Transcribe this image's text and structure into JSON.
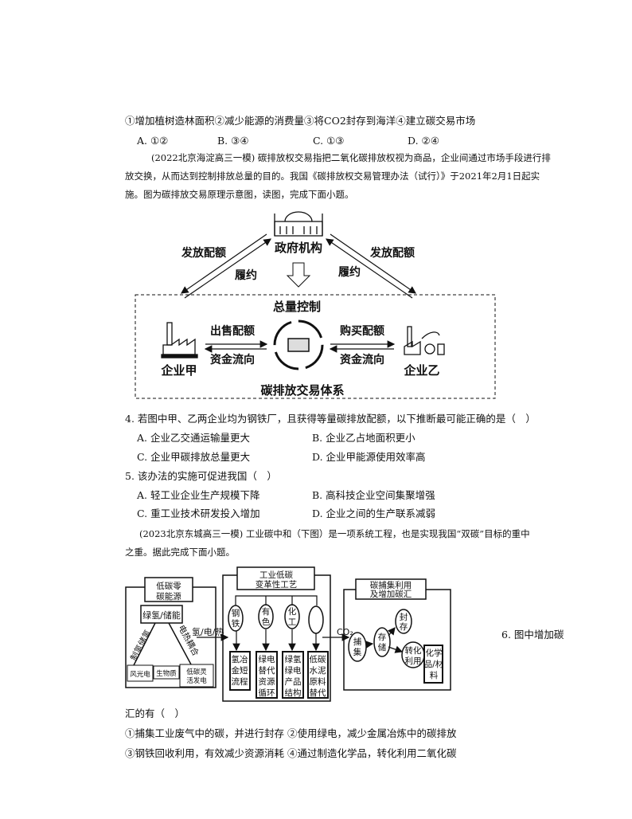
{
  "q3": {
    "stem": "①增加植树造林面积②减少能源的消费量③将CO2封存到海洋④建立碳交易市场",
    "options": [
      "A. ①②",
      "B. ③④",
      "C. ①③",
      "D. ②④"
    ]
  },
  "passage1": {
    "lines": [
      "(2022北京海淀高三一模) 碳排放权交易指把二氧化碳排放权视为商品，企业间通过市场手段进行排",
      "放交换，从而达到控制排放总量的目的。我国《碳排放权交易管理办法（试行）》于2021年2月1日起实",
      "施。图为碳排放交易原理示意图，读图，完成下面小题。"
    ]
  },
  "diagram1": {
    "government": "政府机构",
    "issue_left": "发放配额",
    "issue_right": "发放配额",
    "comply_left": "履约",
    "comply_right": "履约",
    "total_control": "总量控制",
    "sell": "出售配额",
    "buy": "购买配额",
    "money_left": "资金流向",
    "money_right": "资金流向",
    "company_a": "企业甲",
    "company_b": "企业乙",
    "system": "碳排放交易体系"
  },
  "q4": {
    "stem": "4. 若图中甲、乙两企业均为钢铁厂，且获得等量碳排放配额，以下推断最可能正确的是（　）",
    "options": [
      "A. 企业乙交通运输量更大",
      "B. 企业乙占地面积更小",
      "C. 企业甲碳排放总量更大",
      "D. 企业甲能源使用效率高"
    ]
  },
  "q5": {
    "stem": "5. 该办法的实施可促进我国（　）",
    "options": [
      "A. 轻工业企业生产规模下降",
      "B. 高科技企业空间集聚增强",
      "C. 重工业技术研发投入增加",
      "D. 企业之间的生产联系减弱"
    ]
  },
  "passage2": {
    "lines": [
      "(2023北京东城高三一模) 工业碳中和（下图）是一项系统工程，也是实现我国“双碳”目标的重中",
      "之重。据此完成下面小题。"
    ]
  },
  "diagram2": {
    "energy_title": [
      "低碳零",
      "碳能源"
    ],
    "green_h2": "绿氢/储能",
    "h2_storage": "制氢储氢",
    "electro_thermal": "电热耦合",
    "flow": "氢/电/热",
    "wind_solar": "风光电",
    "biomass": "生物质",
    "flexible": [
      "低碳灵",
      "活发电"
    ],
    "process_title": [
      "工业低碳",
      "变革性工艺"
    ],
    "industries": [
      [
        "钢",
        "铁"
      ],
      [
        "有",
        "色"
      ],
      [
        "化",
        "工"
      ],
      [
        "",
        ""
      ]
    ],
    "processes": [
      [
        "氢冶",
        "金短",
        "流程"
      ],
      [
        "绿电",
        "替代",
        "资源",
        "循环"
      ],
      [
        "绿氢",
        "绿电",
        "产品",
        "结构"
      ],
      [
        "低碳",
        "水泥",
        "原料",
        "替代"
      ]
    ],
    "co2": "CO₂",
    "sink_title": [
      "碳捕集利用",
      "及增加碳汇"
    ],
    "capture": [
      "捕",
      "集"
    ],
    "storage": [
      "存",
      "储"
    ],
    "seal": [
      "封",
      "存"
    ],
    "convert": [
      "转化",
      "利用"
    ],
    "chem": [
      "化学",
      "品/材",
      "料"
    ]
  },
  "q6": {
    "stem_start": "6. 图中增加碳",
    "stem_end": "汇的有（　）",
    "items": [
      "①捕集工业废气中的碳，并进行封存 ②使用绿电，减少金属冶炼中的碳排放",
      "③钢铁回收利用，有效减少资源消耗 ④通过制造化学品，转化利用二氧化碳"
    ]
  }
}
